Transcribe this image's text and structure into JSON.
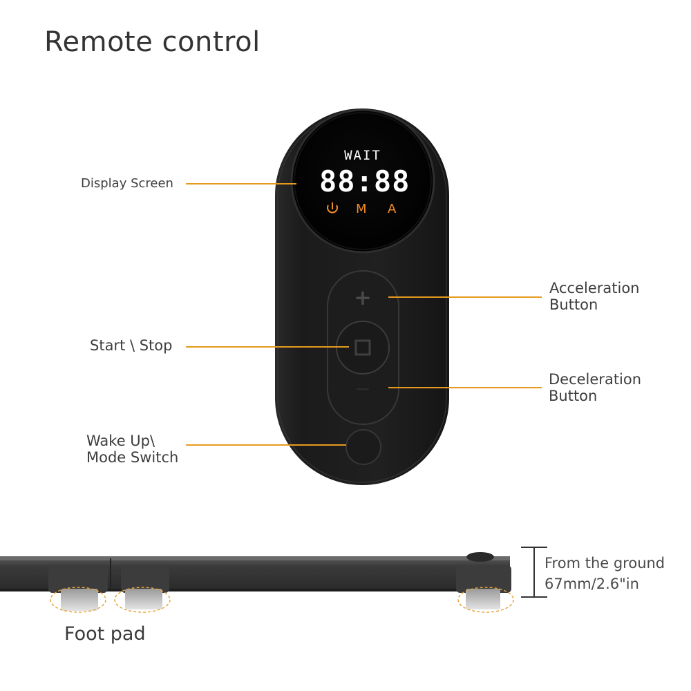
{
  "title": "Remote control",
  "display": {
    "status_text": "WAIT",
    "time_text": "88:88",
    "mode_m": "M",
    "mode_a": "A",
    "power_icon": "power-icon"
  },
  "buttons": {
    "plus_symbol": "+",
    "minus_symbol": "−"
  },
  "callouts": {
    "display_screen": "Display Screen",
    "start_stop": "Start \\ Stop",
    "wake_up_line1": "Wake Up\\",
    "wake_up_line2": "Mode Switch",
    "acceleration_line1": "Acceleration",
    "acceleration_line2": "Button",
    "deceleration_line1": "Deceleration",
    "deceleration_line2": "Button"
  },
  "base": {
    "foot_pad_label": "Foot pad",
    "height_line1": "From the ground",
    "height_line2": "67mm/2.6\"in"
  },
  "colors": {
    "accent": "#e59a1f",
    "remote_body": "#1f1f1f",
    "screen_text": "#ffffff",
    "mode_text": "#f28c28"
  }
}
